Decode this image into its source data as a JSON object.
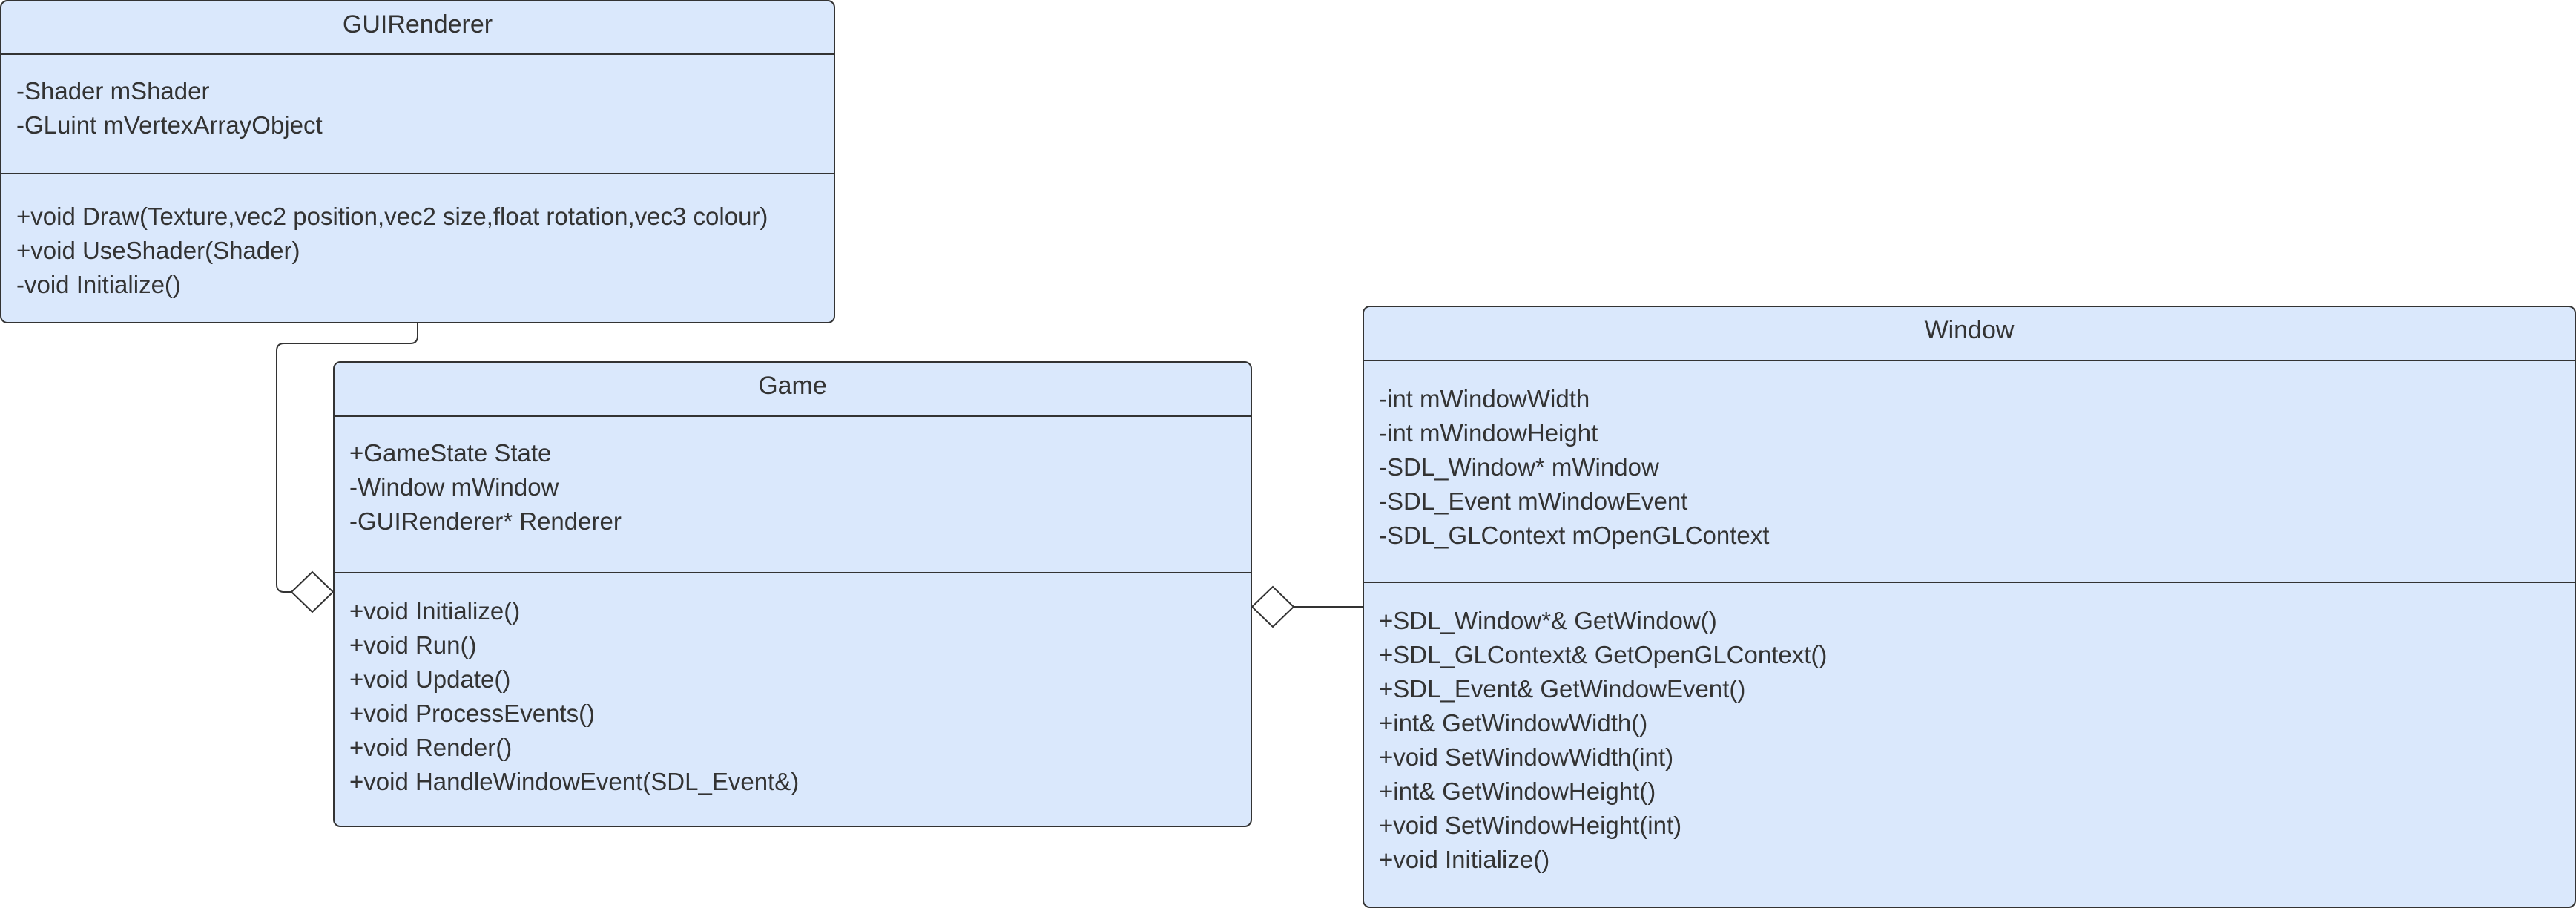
{
  "diagram": {
    "classes": [
      {
        "name": "GUIRenderer",
        "attributes": [
          "-Shader mShader",
          "-GLuint mVertexArrayObject"
        ],
        "operations": [
          "+void Draw(Texture,vec2 position,vec2 size,float rotation,vec3 colour)",
          "+void UseShader(Shader)",
          "-void Initialize()"
        ]
      },
      {
        "name": "Game",
        "attributes": [
          "+GameState State",
          "-Window mWindow",
          "-GUIRenderer* Renderer"
        ],
        "operations": [
          "+void Initialize()",
          "+void Run()",
          "+void Update()",
          "+void ProcessEvents()",
          "+void Render()",
          "+void HandleWindowEvent(SDL_Event&)"
        ]
      },
      {
        "name": "Window",
        "attributes": [
          "-int mWindowWidth",
          "-int mWindowHeight",
          "-SDL_Window* mWindow",
          "-SDL_Event mWindowEvent",
          "-SDL_GLContext mOpenGLContext"
        ],
        "operations": [
          "+SDL_Window*& GetWindow()",
          "+SDL_GLContext& GetOpenGLContext()",
          "+SDL_Event& GetWindowEvent()",
          "+int& GetWindowWidth()",
          "+void SetWindowWidth(int)",
          "+int& GetWindowHeight()",
          "+void SetWindowHeight(int)",
          "+void Initialize()"
        ]
      }
    ],
    "relationships": [
      {
        "type": "aggregation",
        "whole": "Game",
        "part": "GUIRenderer"
      },
      {
        "type": "aggregation",
        "whole": "Game",
        "part": "Window"
      }
    ],
    "colors": {
      "class_fill": "#dae8fc",
      "class_stroke": "#333333",
      "text": "#333333",
      "connector": "#333333",
      "diamond_fill": "#ffffff"
    }
  }
}
